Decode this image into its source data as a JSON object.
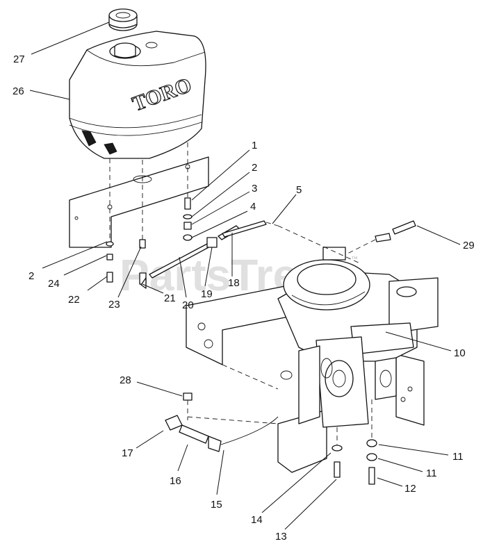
{
  "diagram": {
    "brand_mark": "TORO",
    "watermark": "PartsTree",
    "watermark_tm": "™",
    "callouts": [
      {
        "id": "c1",
        "text": "1"
      },
      {
        "id": "c2a",
        "text": "2"
      },
      {
        "id": "c3",
        "text": "3"
      },
      {
        "id": "c4",
        "text": "4"
      },
      {
        "id": "c5",
        "text": "5"
      },
      {
        "id": "c2b",
        "text": "2"
      },
      {
        "id": "c24",
        "text": "24"
      },
      {
        "id": "c22",
        "text": "22"
      },
      {
        "id": "c23",
        "text": "23"
      },
      {
        "id": "c21",
        "text": "21"
      },
      {
        "id": "c20",
        "text": "20"
      },
      {
        "id": "c19",
        "text": "19"
      },
      {
        "id": "c18",
        "text": "18"
      },
      {
        "id": "c26",
        "text": "26"
      },
      {
        "id": "c27",
        "text": "27"
      },
      {
        "id": "c29",
        "text": "29"
      },
      {
        "id": "c10",
        "text": "10"
      },
      {
        "id": "c28",
        "text": "28"
      },
      {
        "id": "c17",
        "text": "17"
      },
      {
        "id": "c16",
        "text": "16"
      },
      {
        "id": "c15",
        "text": "15"
      },
      {
        "id": "c14",
        "text": "14"
      },
      {
        "id": "c13",
        "text": "13"
      },
      {
        "id": "c11a",
        "text": "11"
      },
      {
        "id": "c11b",
        "text": "11"
      },
      {
        "id": "c12",
        "text": "12"
      }
    ]
  }
}
